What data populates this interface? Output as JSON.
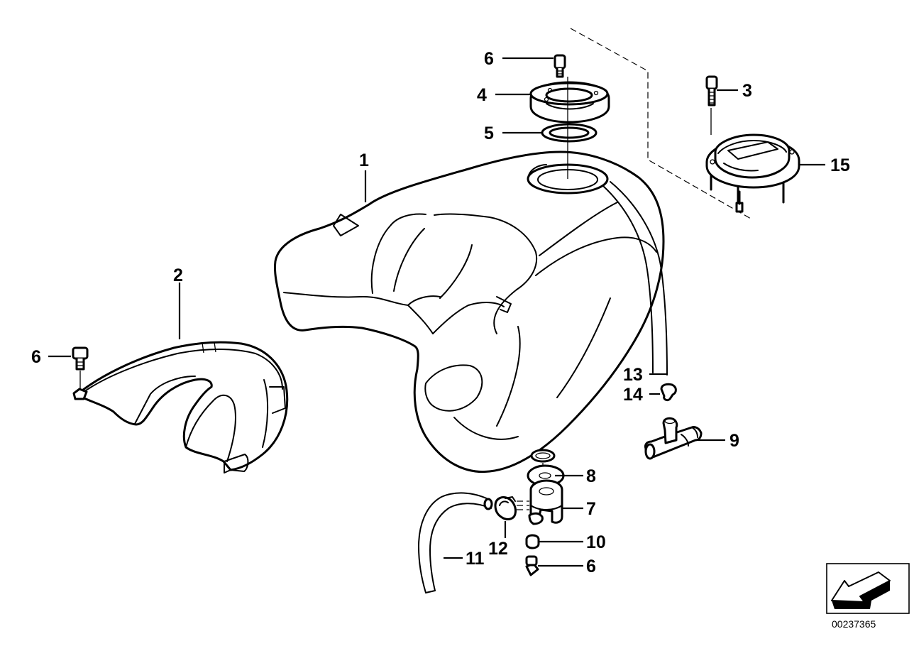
{
  "diagram": {
    "callouts": {
      "c1": "1",
      "c2": "2",
      "c3": "3",
      "c4": "4",
      "c5": "5",
      "c6_top": "6",
      "c6_left": "6",
      "c6_bottom": "6",
      "c7": "7",
      "c8": "8",
      "c9": "9",
      "c10": "10",
      "c11": "11",
      "c12": "12",
      "c13": "13",
      "c14": "14",
      "c15": "15"
    },
    "document_number": "00237365"
  }
}
